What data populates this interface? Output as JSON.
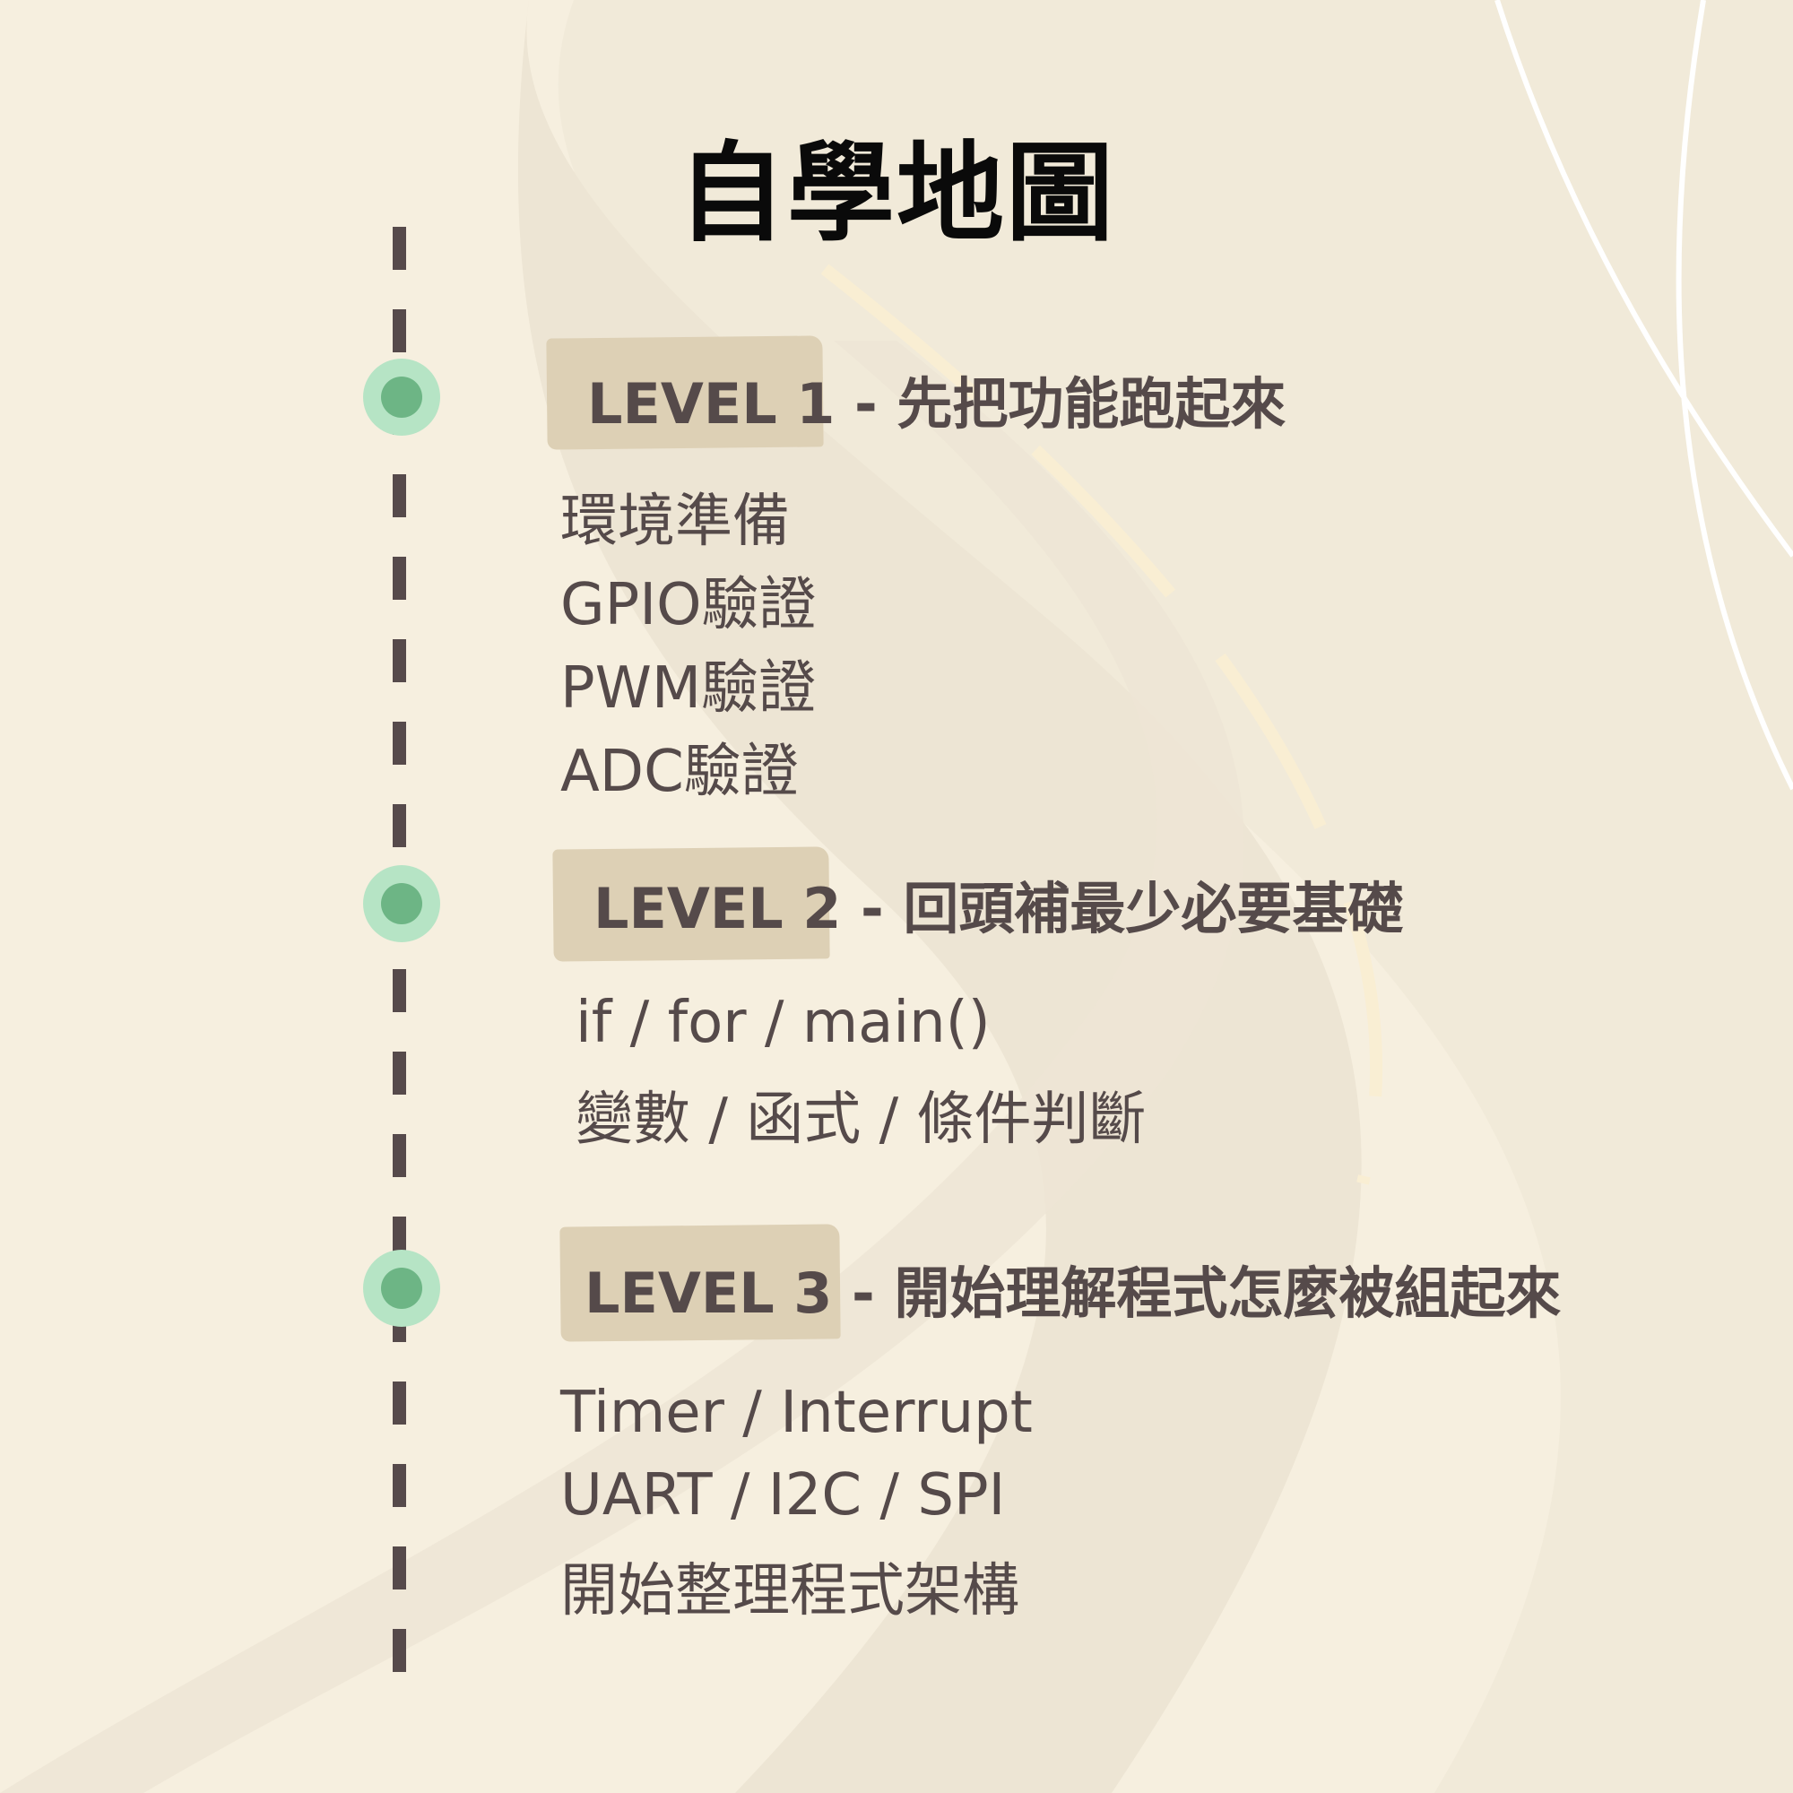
{
  "title": "自學地圖",
  "colors": {
    "background": "#f6efdf",
    "text": "#554a4a",
    "node_outer": "#b6e4c5",
    "node_inner": "#6db585",
    "brush": "#ddd0b5"
  },
  "levels": [
    {
      "label": "LEVEL 1 - 先把功能跑起來",
      "items": [
        "環境準備",
        "GPIO驗證",
        "PWM驗證",
        "ADC驗證"
      ]
    },
    {
      "label": "LEVEL 2 - 回頭補最少必要基礎",
      "items": [
        "if / for / main()",
        "變數 / 函式 / 條件判斷"
      ]
    },
    {
      "label": "LEVEL 3 - 開始理解程式怎麼被組起來",
      "items": [
        "Timer / Interrupt",
        "UART / I2C / SPI",
        "開始整理程式架構"
      ]
    }
  ]
}
